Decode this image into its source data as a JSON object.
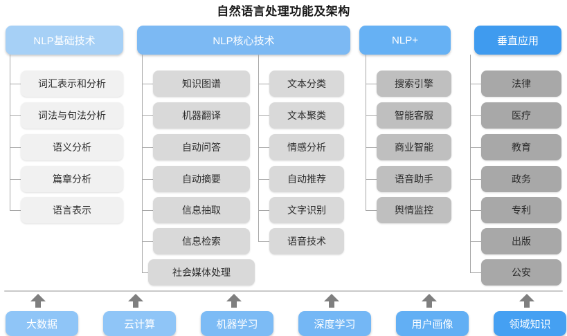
{
  "title": "自然语言处理功能及架构",
  "colors": {
    "header_basic": "#a6d0f6",
    "header_core": "#7cb9f3",
    "header_plus": "#66b1f4",
    "header_vertical": "#3f9bef",
    "node_basic": "#f1f1f1",
    "node_core": "#d9d9d9",
    "node_plus": "#bfbfbf",
    "node_vertical": "#a8a8a8",
    "connector": "#a6a6a6",
    "arrow": "#7f7f7f",
    "base_block": "#67b0f2",
    "rule": "#c9c9c9",
    "title_text": "#1a1a1a"
  },
  "columns": [
    {
      "key": "basic",
      "header": "NLP基础技术",
      "groups": [
        {
          "items": [
            "词汇表示和分析",
            "词法与句法分析",
            "语义分析",
            "篇章分析",
            "语言表示"
          ]
        }
      ]
    },
    {
      "key": "core",
      "header": "NLP核心技术",
      "groups": [
        {
          "items": [
            "知识图谱",
            "机器翻译",
            "自动问答",
            "自动摘要",
            "信息抽取",
            "信息检索",
            "社会媒体处理"
          ]
        },
        {
          "items": [
            "文本分类",
            "文本聚类",
            "情感分析",
            "自动推荐",
            "文字识别",
            "语音技术"
          ]
        }
      ]
    },
    {
      "key": "plus",
      "header": "NLP+",
      "groups": [
        {
          "items": [
            "搜索引擎",
            "智能客服",
            "商业智能",
            "语音助手",
            "舆情监控"
          ]
        }
      ]
    },
    {
      "key": "vertical",
      "header": "垂直应用",
      "groups": [
        {
          "items": [
            "法律",
            "医疗",
            "教育",
            "政务",
            "专利",
            "出版",
            "公安"
          ]
        }
      ]
    }
  ],
  "foundation": {
    "blocks": [
      "大数据",
      "云计算",
      "机器学习",
      "深度学习",
      "用户画像",
      "领域知识"
    ]
  },
  "icons": {
    "arrow_up": "arrow-up-icon"
  }
}
